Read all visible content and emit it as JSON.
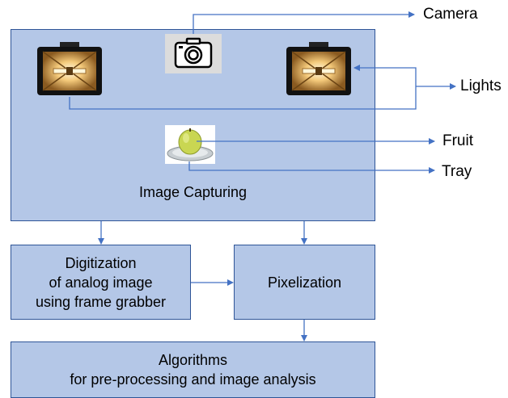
{
  "labels": {
    "camera": "Camera",
    "lights": "Lights",
    "fruit": "Fruit",
    "tray": "Tray"
  },
  "boxes": {
    "image_capturing": "Image Capturing",
    "digitization": [
      "Digitization",
      "of analog image",
      "using frame grabber"
    ],
    "pixelization": "Pixelization",
    "algorithms": [
      "Algorithms",
      "for pre-processing and image analysis"
    ]
  },
  "icons": {
    "camera": "camera-icon",
    "lamp": "floodlight-icon",
    "fruit": "guava-on-tray-icon"
  },
  "colors": {
    "box_fill": "#b4c7e7",
    "box_border": "#2f5597",
    "connector": "#4472c4"
  }
}
